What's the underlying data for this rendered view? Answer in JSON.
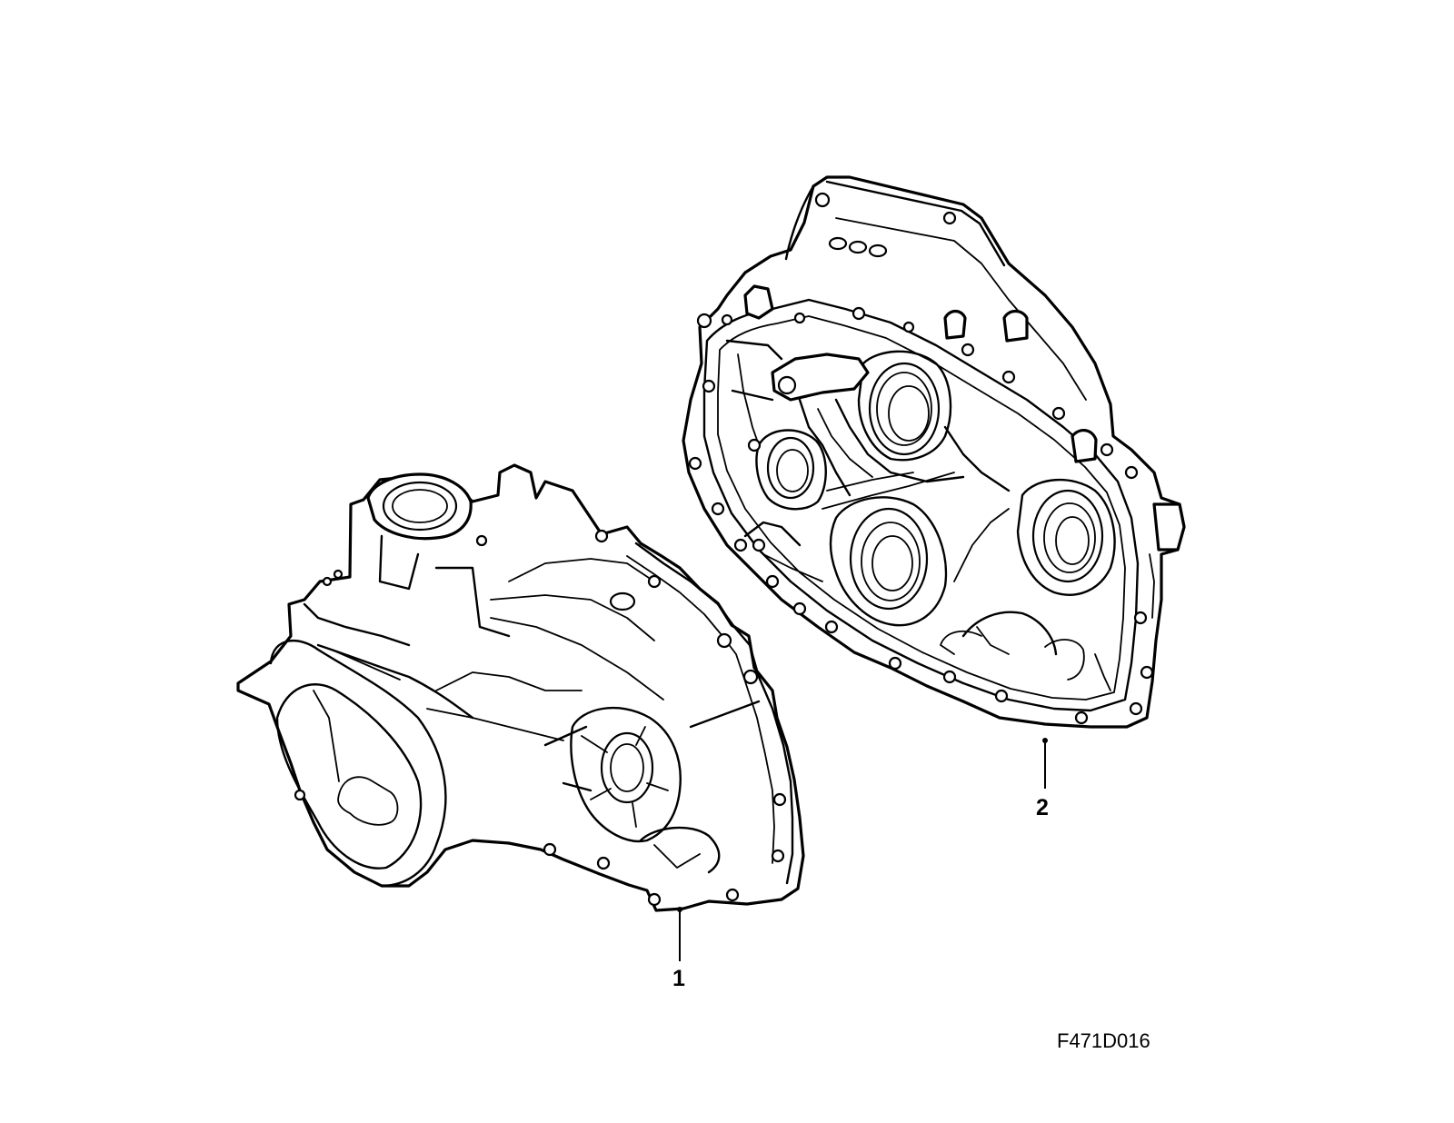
{
  "callouts": [
    {
      "label": "1",
      "part_icon": "transmission-housing-icon"
    },
    {
      "label": "2",
      "part_icon": "clutch-housing-icon"
    }
  ],
  "figure_code": "F471D016"
}
